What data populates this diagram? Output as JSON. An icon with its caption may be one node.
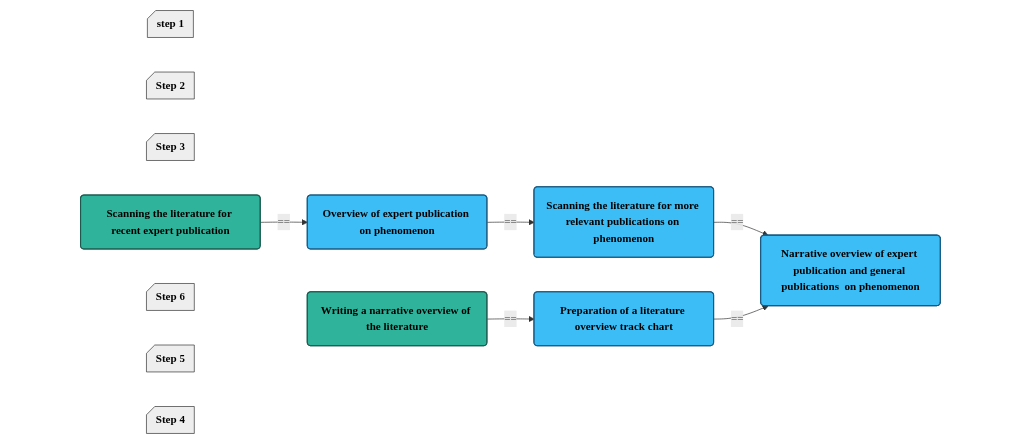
{
  "diagram": {
    "nodes": [
      {
        "text": [
          "step 1"
        ]
      },
      {
        "text": [
          "Step 2"
        ]
      },
      {
        "text": [
          "Step 3"
        ]
      },
      {
        "text": [
          "Scanning the literature for recent expert publication"
        ]
      },
      {
        "text": [
          "Overview of expert publication on phenomenon"
        ]
      },
      {
        "text": [
          "Scanning the literature for more relevant publications on phenomenon"
        ]
      },
      {
        "text": [
          "Step 6"
        ]
      },
      {
        "text": [
          "Step 5"
        ]
      },
      {
        "text": [
          "Step 4"
        ]
      },
      {
        "text": [
          "Writing a narrative overview of the literature"
        ]
      },
      {
        "text": [
          "Preparation of a literature overview track chart"
        ]
      },
      {
        "text": [
          "Narrative overview of expert publication and general publications  on phenomenon"
        ]
      }
    ],
    "edges": [
      {
        "from": 3,
        "to": 4,
        "arrow": "to",
        "label": "=="
      },
      {
        "from": 4,
        "to": 5,
        "arrow": "to",
        "label": "=="
      },
      {
        "from": 5,
        "to": 11,
        "arrow": "to",
        "label": "=="
      },
      {
        "from": 9,
        "to": 10,
        "arrow": "to",
        "label": "=="
      },
      {
        "from": 10,
        "to": 11,
        "arrow": "to",
        "label": "=="
      }
    ]
  }
}
